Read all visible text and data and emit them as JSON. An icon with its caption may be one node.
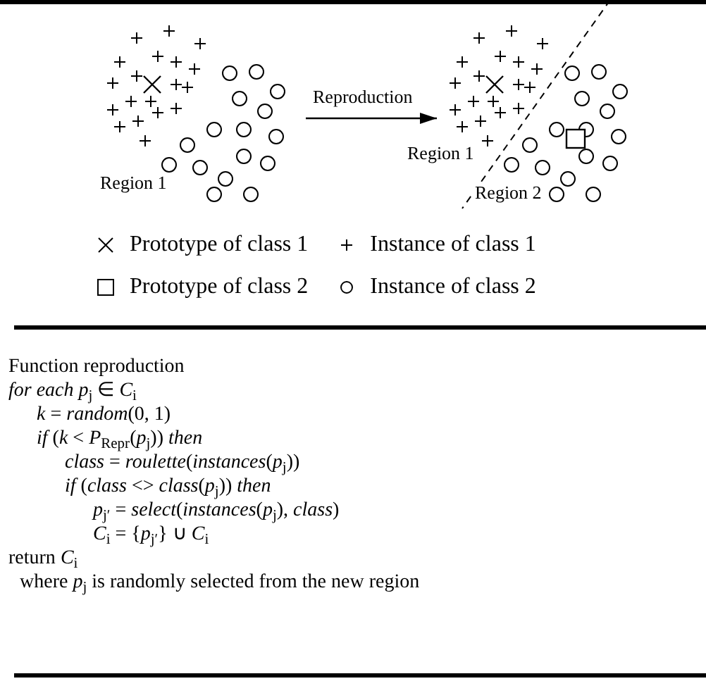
{
  "diagram": {
    "nodes": [
      {
        "text": [],
        "shape": "picture"
      },
      {
        "text": [],
        "shape": "picture"
      }
    ],
    "edges": [
      {
        "from": 0,
        "to": 1,
        "arrow": "to",
        "label": "Reproduction"
      }
    ],
    "labels": [
      "Region 1",
      "Region 1",
      "Region 2",
      "Function reproduction",
      "*for each p*$_{j}$ ∈ *C*$_{i}$",
      "*k* = *random*(0, 1)",
      "*if* (*k* < *P*$_{Repr}$(*p*$_{j}$)) *then*",
      "*class* = *roulette*(*instances*(*p*$_{j}$))",
      "*if* (*class* <> *class*(*p*$_{j}$)) *then*",
      "*p*$_{j′}$ = *select*(*instances*(*p*$_{j}$), *class*)",
      "*C*$_{i}$ = {*p*$_{j′}$} ∪ *C*$_{i}$",
      "return *C*$_{i}$",
      "where *p*$_{j}$ is randomly selected from the new region"
    ],
    "legend": [
      {
        "text": "Prototype of class 1"
      },
      {
        "text": "Instance of class 1"
      },
      {
        "text": "Prototype of class 2"
      },
      {
        "text": "Instance of class 2"
      }
    ]
  }
}
